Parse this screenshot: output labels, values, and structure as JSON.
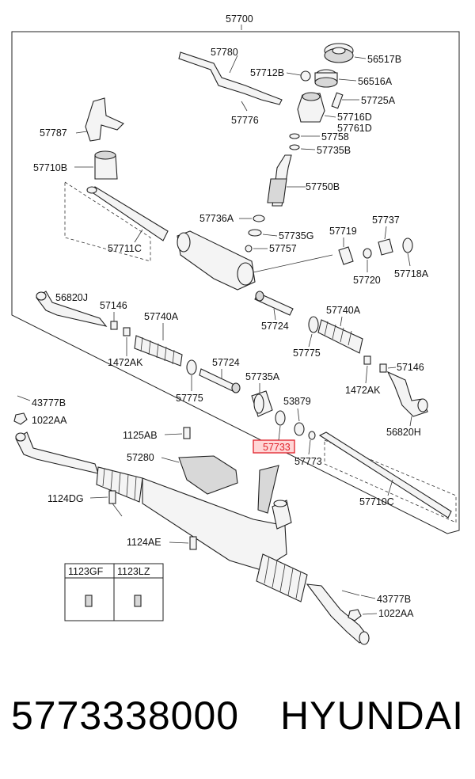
{
  "diagram": {
    "assembly_label": "57700",
    "callouts": {
      "c57780": "57780",
      "c56517B": "56517B",
      "c57712B": "57712B",
      "c56516A": "56516A",
      "c57725A": "57725A",
      "c57776": "57776",
      "c57716D": "57716D",
      "c57761D": "57761D",
      "c57787": "57787",
      "c57758": "57758",
      "c57735B": "57735B",
      "c57710B": "57710B",
      "c57750B": "57750B",
      "c57736A": "57736A",
      "c57737": "57737",
      "c57719": "57719",
      "c57735G": "57735G",
      "c57711C": "57711C",
      "c57757": "57757",
      "c57720": "57720",
      "c57718A": "57718A",
      "c56820J_left": "56820J",
      "c57146_left": "57146",
      "c57740A_left": "57740A",
      "c57740A_right": "57740A",
      "c57724_top": "57724",
      "c1472AK_left": "1472AK",
      "c57775_right": "57775",
      "c57724_mid": "57724",
      "c57146_right": "57146",
      "c57735A": "57735A",
      "c57775_left": "57775",
      "c1472AK_right": "1472AK",
      "c43777B_top": "43777B",
      "c53879": "53879",
      "c1022AA_top": "1022AA",
      "c56820H": "56820H",
      "c1125AB": "1125AB",
      "c57733_highlight": "57733",
      "c57773": "57773",
      "c57280": "57280",
      "c1124DG": "1124DG",
      "c57710C": "57710C",
      "c1124AE": "1124AE",
      "c43777B_bottom": "43777B",
      "c1022AA_bottom": "1022AA"
    },
    "bolt_table": {
      "col1": "1123GF",
      "col2": "1123LZ"
    },
    "highlight_color": "#e0202a"
  },
  "caption": {
    "part_number": "5773338000",
    "brand": "HYUNDAI"
  }
}
